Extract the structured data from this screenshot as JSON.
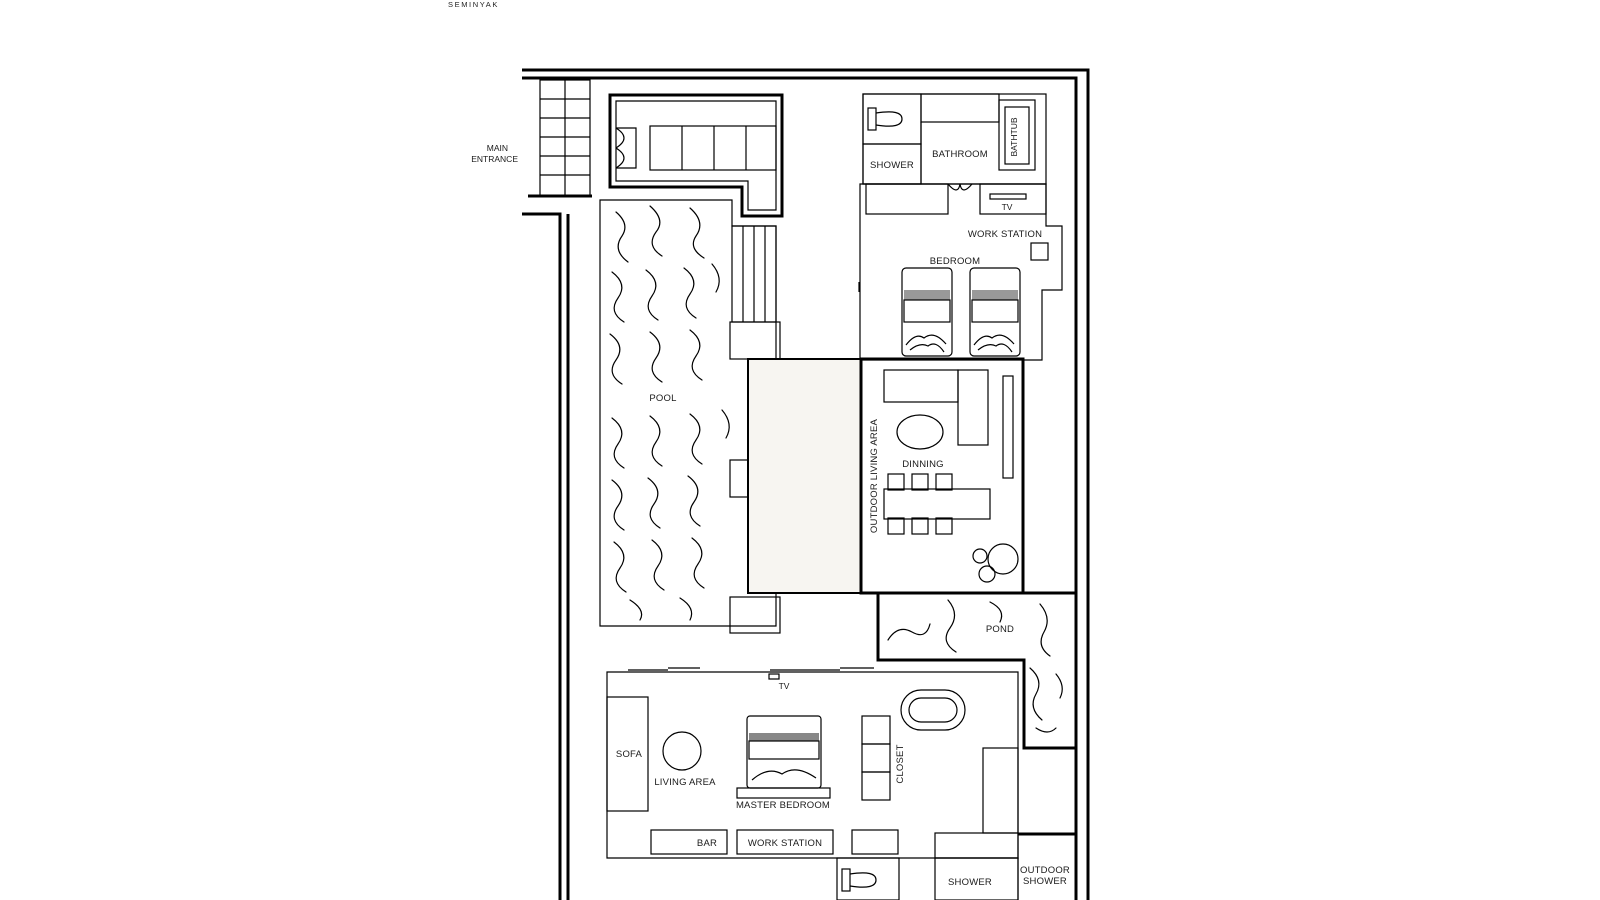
{
  "header": {
    "brand": "SEMINYAK"
  },
  "labels": {
    "main_entrance_1": "MAIN",
    "main_entrance_2": "ENTRANCE",
    "shower_top": "SHOWER",
    "bathroom": "BATHROOM",
    "bathtub": "BATHTUB",
    "tv_top": "TV",
    "work_station_top": "WORK STATION",
    "bedroom": "BEDROOM",
    "pool": "POOL",
    "outdoor_living_area": "OUTDOOR LIVING AREA",
    "dinning": "DINNING",
    "pond": "POND",
    "tv_bottom": "TV",
    "sofa": "SOFA",
    "living_area": "LIVING AREA",
    "master_bedroom": "MASTER BEDROOM",
    "closet": "CLOSET",
    "bar": "BAR",
    "work_station_bottom": "WORK STATION",
    "shower_bottom": "SHOWER",
    "outdoor_shower_1": "OUTDOOR",
    "outdoor_shower_2": "SHOWER"
  },
  "colors": {
    "line": "#000000",
    "background": "#ffffff",
    "text": "#1a1a1a"
  },
  "icons": [
    "toilet-icon",
    "double-door-icon",
    "bed-icon",
    "bathtub-icon"
  ]
}
